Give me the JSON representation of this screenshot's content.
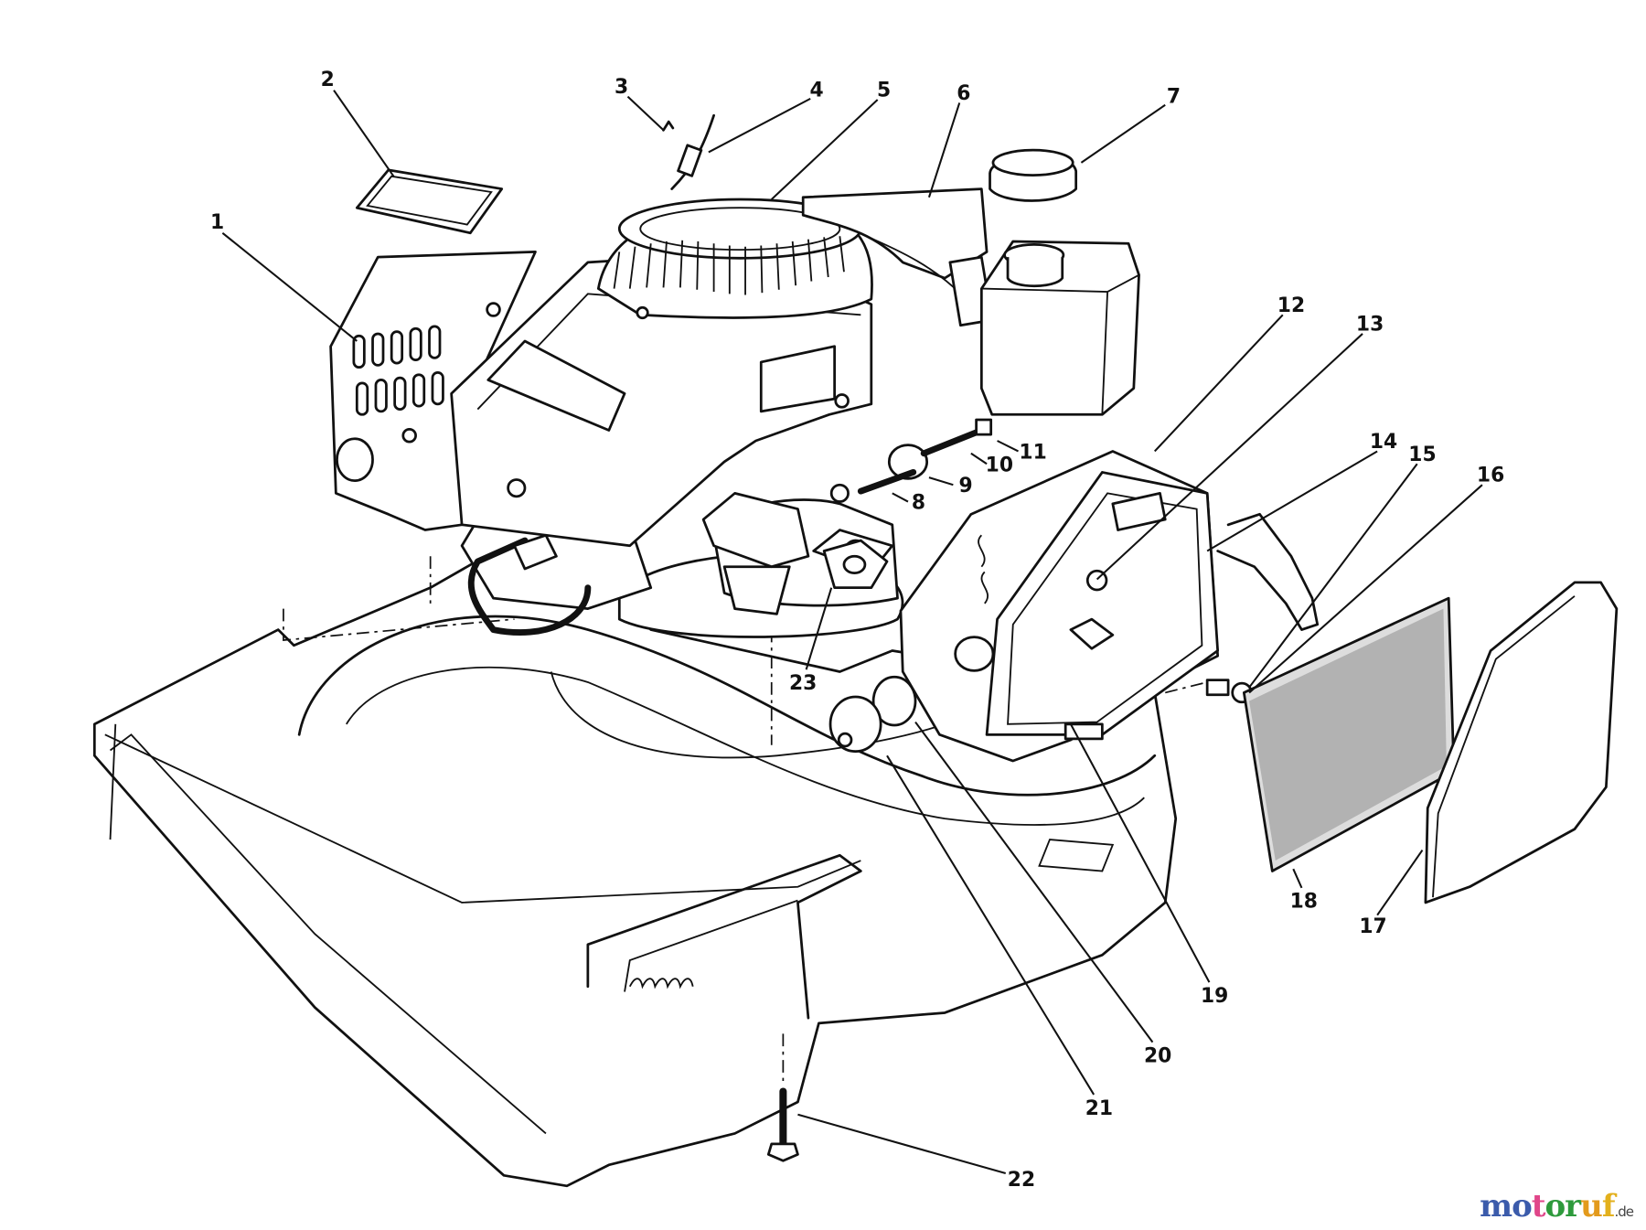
{
  "diagram": {
    "callouts": [
      {
        "n": "1",
        "part": "engine-shroud"
      },
      {
        "n": "2",
        "part": "decal"
      },
      {
        "n": "3",
        "part": "cable-clip"
      },
      {
        "n": "4",
        "part": "throttle-cable"
      },
      {
        "n": "5",
        "part": "recoil-starter"
      },
      {
        "n": "6",
        "part": "fuel-tank-bracket"
      },
      {
        "n": "7",
        "part": "fuel-cap"
      },
      {
        "n": "8",
        "part": "washer"
      },
      {
        "n": "9",
        "part": "grommet"
      },
      {
        "n": "10",
        "part": "stud"
      },
      {
        "n": "11",
        "part": "nut"
      },
      {
        "n": "12",
        "part": "air-cleaner-body"
      },
      {
        "n": "13",
        "part": "screw"
      },
      {
        "n": "14",
        "part": "gasket"
      },
      {
        "n": "15",
        "part": "spacer"
      },
      {
        "n": "16",
        "part": "nut"
      },
      {
        "n": "17",
        "part": "air-cleaner-cover"
      },
      {
        "n": "18",
        "part": "foam-filter-element"
      },
      {
        "n": "19",
        "part": "air-cleaner-base"
      },
      {
        "n": "20",
        "part": "breather-grommet"
      },
      {
        "n": "21",
        "part": "breather-cap"
      },
      {
        "n": "22",
        "part": "bolt"
      },
      {
        "n": "23",
        "part": "carburetor-gasket"
      }
    ]
  },
  "watermark": {
    "letters": [
      "m",
      "o",
      "t",
      "o",
      "r",
      "u",
      "f"
    ],
    "colors": [
      "#3b5bab",
      "#3b5bab",
      "#e0468a",
      "#2e9a3c",
      "#2e9a3c",
      "#e39a1c",
      "#e3b01c"
    ],
    "suffix": ".de"
  }
}
